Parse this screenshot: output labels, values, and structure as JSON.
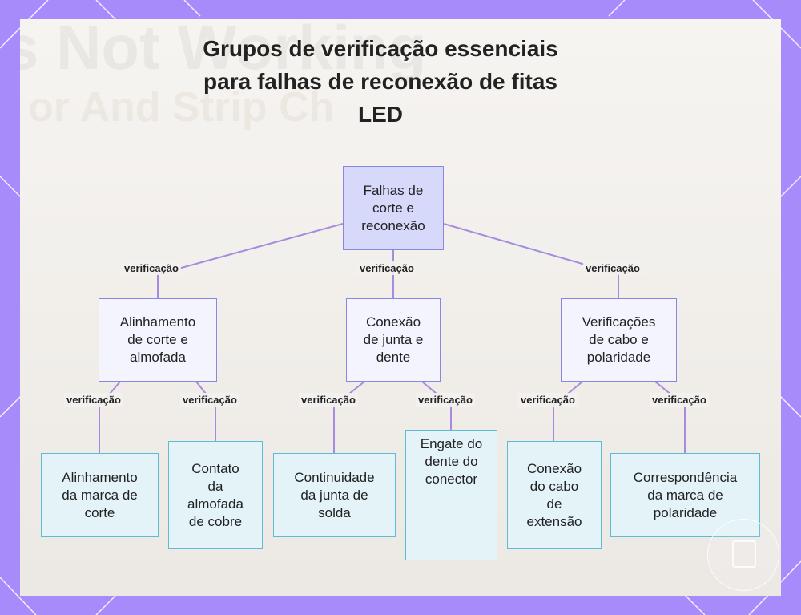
{
  "diagram": {
    "title_lines": [
      "Grupos de verificação essenciais",
      "para falhas de reconexão de fitas",
      "LED"
    ],
    "root": {
      "lines": [
        "Falhas de",
        "corte e",
        "reconexão"
      ]
    },
    "groups": [
      {
        "lines": [
          "Alinhamento",
          "de corte e",
          "almofada"
        ],
        "edge_label": "verificação",
        "children": [
          {
            "lines": [
              "Alinhamento",
              "da marca de",
              "corte"
            ],
            "edge_label": "verificação"
          },
          {
            "lines": [
              "Contato",
              "da",
              "almofada",
              "de cobre"
            ],
            "edge_label": "verificação"
          }
        ]
      },
      {
        "lines": [
          "Conexão",
          "de junta e",
          "dente"
        ],
        "edge_label": "verificação",
        "children": [
          {
            "lines": [
              "Continuidade",
              "da junta de",
              "solda"
            ],
            "edge_label": "verificação"
          },
          {
            "lines": [
              "Engate do",
              "dente do",
              "conector"
            ],
            "edge_label": "verificação"
          }
        ]
      },
      {
        "lines": [
          "Verificações",
          "de cabo e",
          "polaridade"
        ],
        "edge_label": "verificação",
        "children": [
          {
            "lines": [
              "Conexão",
              "do cabo",
              "de",
              "extensão"
            ],
            "edge_label": "verificação"
          },
          {
            "lines": [
              "Correspondência",
              "da marca de",
              "polaridade"
            ],
            "edge_label": "verificação"
          }
        ]
      }
    ],
    "colors": {
      "frame": "#a78bfa",
      "root_fill": "#d7d9fb",
      "node_border": "#8b86e0",
      "leaf_fill": "#e3f3f8",
      "leaf_border": "#5bbcd4",
      "connector": "#a78bde"
    },
    "background_ghost_text": [
      "s Not Working",
      "or And Strip Ch"
    ]
  }
}
